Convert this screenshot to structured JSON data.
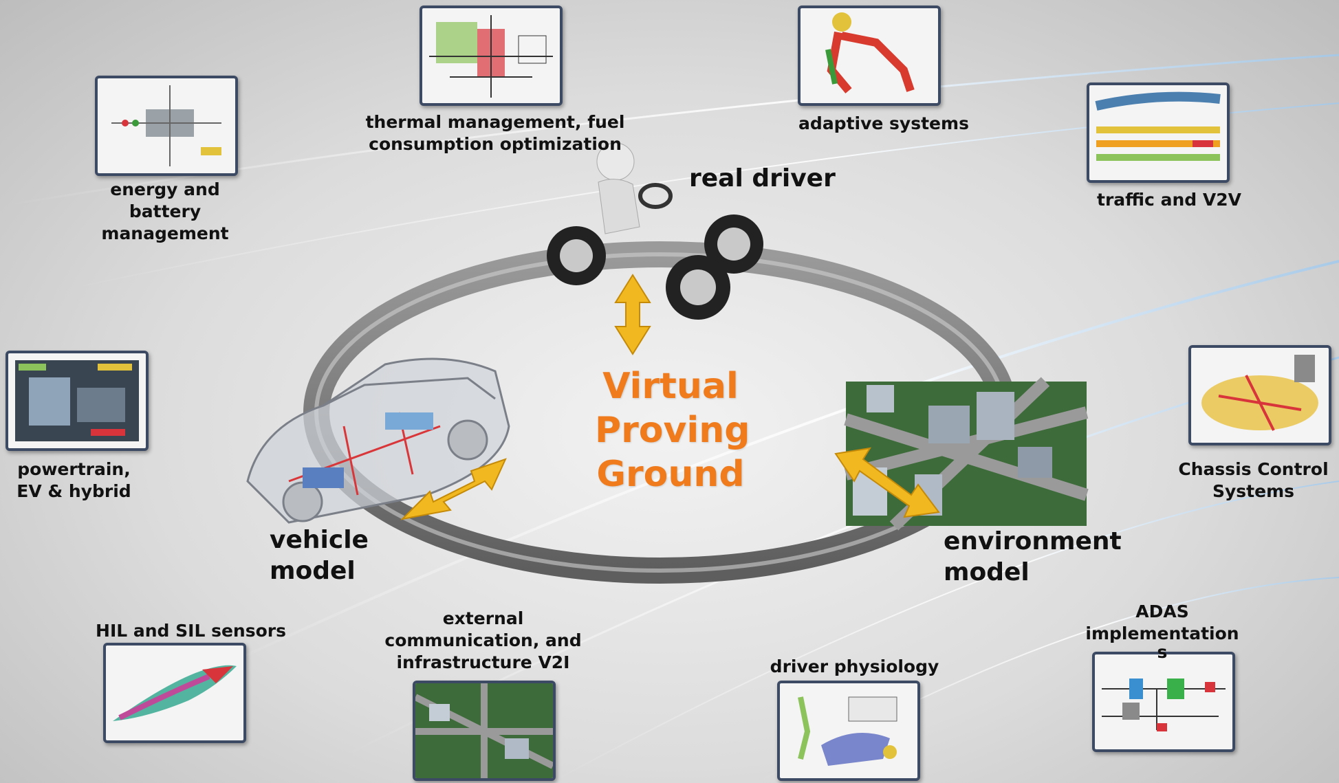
{
  "center": {
    "line1": "Virtual",
    "line2": "Proving",
    "line3": "Ground"
  },
  "nodes": {
    "real_driver": "real driver",
    "vehicle_model_1": "vehicle",
    "vehicle_model_2": "model",
    "environment_model_1": "environment",
    "environment_model_2": "model"
  },
  "topics": {
    "thermal_1": "thermal management, fuel",
    "thermal_2": "consumption optimization",
    "adaptive": "adaptive systems",
    "energy_1": "energy and",
    "energy_2": "battery",
    "energy_3": "management",
    "traffic": "traffic and V2V",
    "powertrain_1": "powertrain,",
    "powertrain_2": "EV & hybrid",
    "chassis_1": "Chassis Control",
    "chassis_2": "Systems",
    "hil": "HIL and SIL sensors",
    "external_1": "external",
    "external_2": "communication, and",
    "external_3": "infrastructure V2I",
    "driver_phys": "driver physiology",
    "adas_1": "ADAS",
    "adas_2": "implementation",
    "adas_3": "s"
  },
  "colors": {
    "accent": "#f07b1c",
    "arrow": "#f2b820",
    "frame": "#3c4a63"
  }
}
